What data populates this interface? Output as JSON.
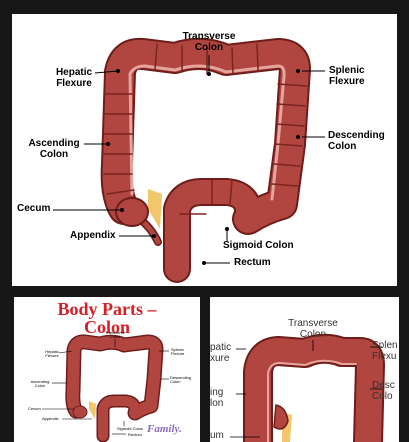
{
  "main_diagram": {
    "labels": {
      "transverse": "Transverse\nColon",
      "hepatic": "Hepatic\nFlexure",
      "splenic": "Splenic\nFlexure",
      "ascending": "Ascending\nColon",
      "descending": "Descending\nColon",
      "cecum": "Cecum",
      "appendix": "Appendix",
      "sigmoid": "Sigmoid Colon",
      "rectum": "Rectum"
    }
  },
  "thumb_left": {
    "title": "Body Parts –\nColon",
    "watermark": "Family.",
    "labels": {
      "transverse": "Transverse\nColon",
      "hepatic": "Hepatic\nFlexure",
      "splenic": "Splenic\nFlexure",
      "ascending": "Ascending\nColon",
      "descending": "Descending\nColon",
      "cecum": "Cecum",
      "appendix": "Appendix",
      "sigmoid": "Sigmoid Colon",
      "rectum": "Rectum"
    }
  },
  "thumb_right": {
    "labels": {
      "transverse": "Transverse\nColon",
      "hepatic": "patic\nxure",
      "splenic": "Splen\nFlexu",
      "ascending": "ing\nlon",
      "descending": "Desc\nColo",
      "cecum": "um"
    }
  },
  "colors": {
    "colon": "#b0463f",
    "colon_dark": "#6e1d1a",
    "colon_highlight": "#e6a59c",
    "fat": "#f2c66a",
    "title_red": "#d61f26"
  }
}
